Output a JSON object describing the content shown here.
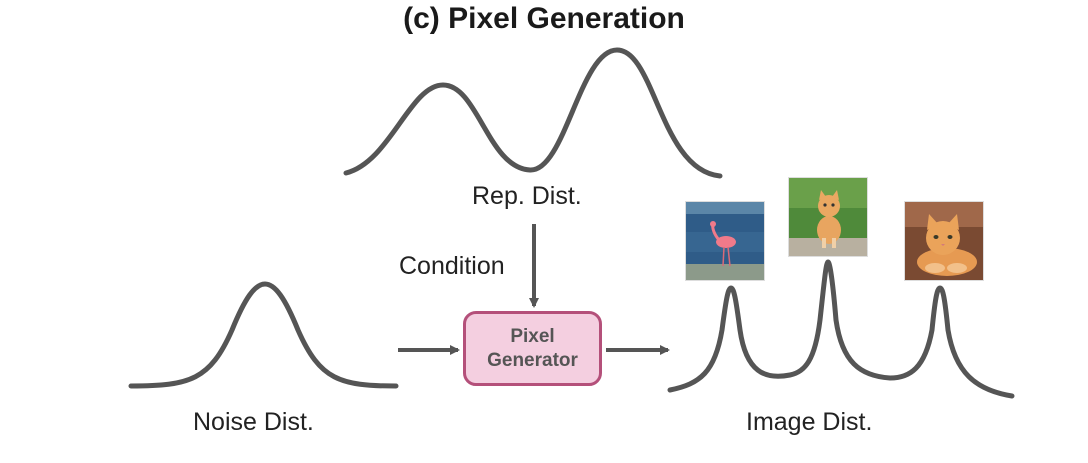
{
  "title": "(c) Pixel Generation",
  "labels": {
    "rep_dist": "Rep. Dist.",
    "condition": "Condition",
    "noise_dist": "Noise Dist.",
    "image_dist": "Image Dist."
  },
  "generator": {
    "line1": "Pixel",
    "line2": "Generator"
  },
  "colors": {
    "curve": "#555555",
    "arrow": "#555555",
    "box_fill": "#f4cfe0",
    "box_border": "#b4507a"
  },
  "images": [
    "flamingo",
    "kitten-standing",
    "kitten-lying"
  ]
}
